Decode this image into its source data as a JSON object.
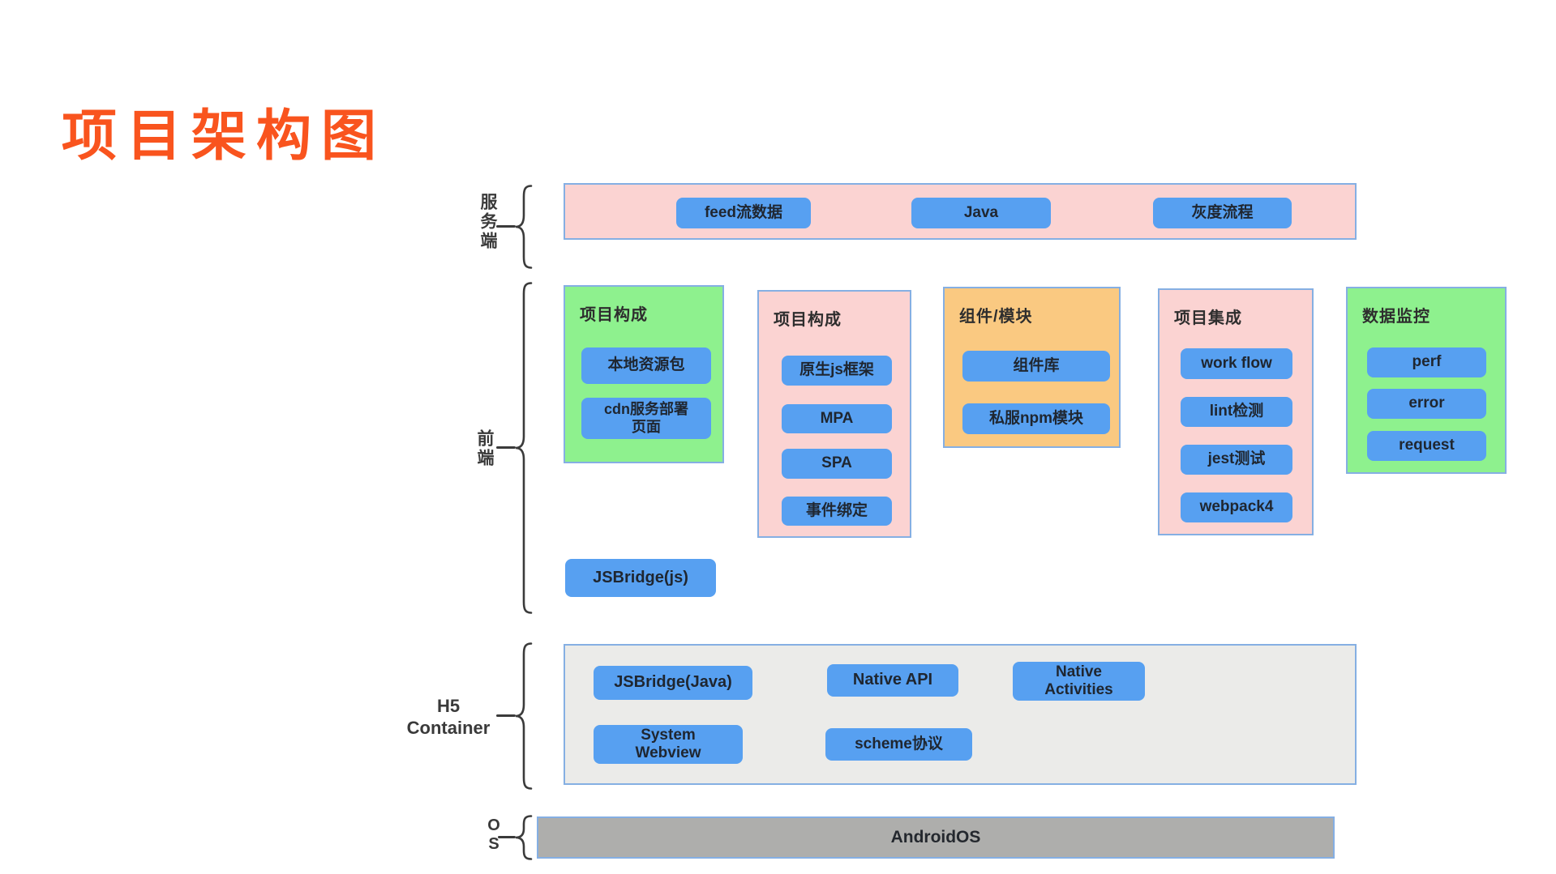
{
  "title": "项目架构图",
  "colors": {
    "title": "#f9541e",
    "pink": "#fbd3d2",
    "green": "#8ef18e",
    "orange": "#fac981",
    "h5_gray": "#ebebe9",
    "os_gray": "#aeaeac",
    "panel_border": "#85afe3",
    "button_blue": "#57a0f1",
    "button_text": "#1f2630"
  },
  "server": {
    "label": "服务端",
    "buttons": [
      "feed流数据",
      "Java",
      "灰度流程"
    ]
  },
  "frontend": {
    "label": "前端",
    "groups": [
      {
        "title": "项目构成",
        "buttons": [
          "本地资源包",
          "cdn服务部署\n页面"
        ]
      },
      {
        "title": "项目构成",
        "buttons": [
          "原生js框架",
          "MPA",
          "SPA",
          "事件绑定"
        ]
      },
      {
        "title": "组件/模块",
        "buttons": [
          "组件库",
          "私服npm模块"
        ]
      },
      {
        "title": "项目集成",
        "buttons": [
          "work flow",
          "lint检测",
          "jest测试",
          "webpack4"
        ]
      },
      {
        "title": "数据监控",
        "buttons": [
          "perf",
          "error",
          "request"
        ]
      }
    ],
    "bridge_button": "JSBridge(js)"
  },
  "h5": {
    "label": "H5\nContainer",
    "buttons": [
      "JSBridge(Java)",
      "Native API",
      "Native\nActivities",
      "System\nWebview",
      "scheme协议"
    ]
  },
  "os": {
    "label": "OS",
    "bar": "AndroidOS"
  }
}
